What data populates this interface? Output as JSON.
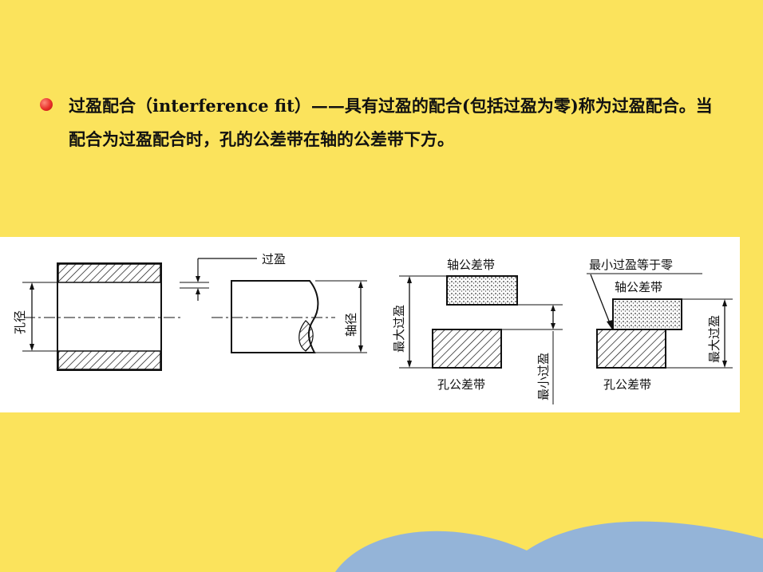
{
  "bullet": {
    "term": "过盈配合（interference fit）",
    "dash": "——",
    "definition": "具有过盈的配合(包括过盈为零)称为过盈配合。当配合为过盈配合时，孔的公差带在轴的公差带下方。"
  },
  "figure": {
    "hole_diameter_label": "孔径",
    "interference_label": "过盈",
    "shaft_diameter_label": "轴径",
    "chart2": {
      "shaft_zone_label": "轴公差带",
      "max_interference_label": "最大过盈",
      "min_interference_label": "最小过盈",
      "hole_zone_label": "孔公差带"
    },
    "chart3": {
      "min_zero_label": "最小过盈等于零",
      "shaft_zone_label": "轴公差带",
      "max_interference_label": "最大过盈",
      "hole_zone_label": "孔公差带"
    }
  },
  "colors": {
    "background": "#fbe35c",
    "bullet": "#e8302a",
    "wave": "#94b4d8"
  }
}
